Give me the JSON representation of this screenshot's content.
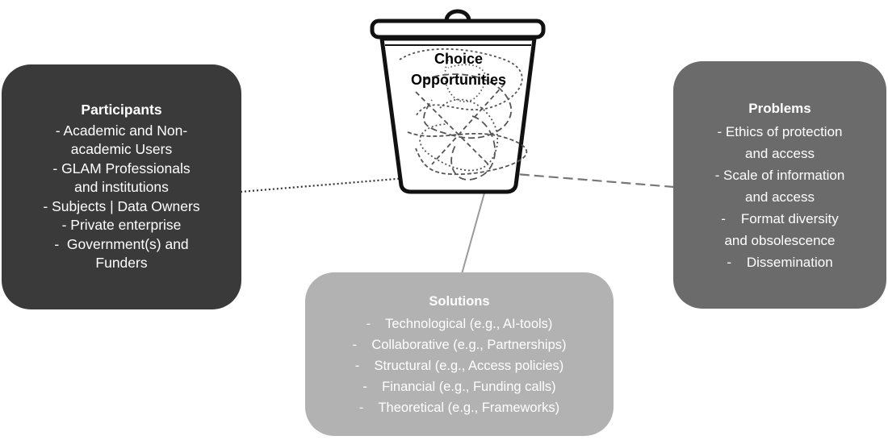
{
  "center": {
    "label": [
      "Choice",
      "Opportunities"
    ],
    "icon": "trash-bin-icon"
  },
  "participants": {
    "title": "Participants",
    "items": [
      "- Academic and Non-",
      "academic Users",
      "- GLAM Professionals",
      "and institutions",
      "- Subjects | Data Owners",
      "- Private enterprise",
      "-  Government(s) and",
      "Funders"
    ]
  },
  "problems": {
    "title": "Problems",
    "items": [
      "- Ethics of protection",
      "and access",
      "- Scale of information",
      "and access",
      "-    Format diversity",
      "and obsolescence",
      "-    Dissemination"
    ]
  },
  "solutions": {
    "title": "Solutions",
    "items": [
      "-    Technological (e.g., AI-tools)",
      "-    Collaborative (e.g., Partnerships)",
      "-    Structural (e.g., Access policies)",
      "-    Financial (e.g., Funding calls)",
      "-    Theoretical (e.g., Frameworks)"
    ]
  },
  "colors": {
    "participants_box": "#3a3a3a",
    "problems_box": "#6b6b6b",
    "solutions_box": "#b2b2b2"
  }
}
